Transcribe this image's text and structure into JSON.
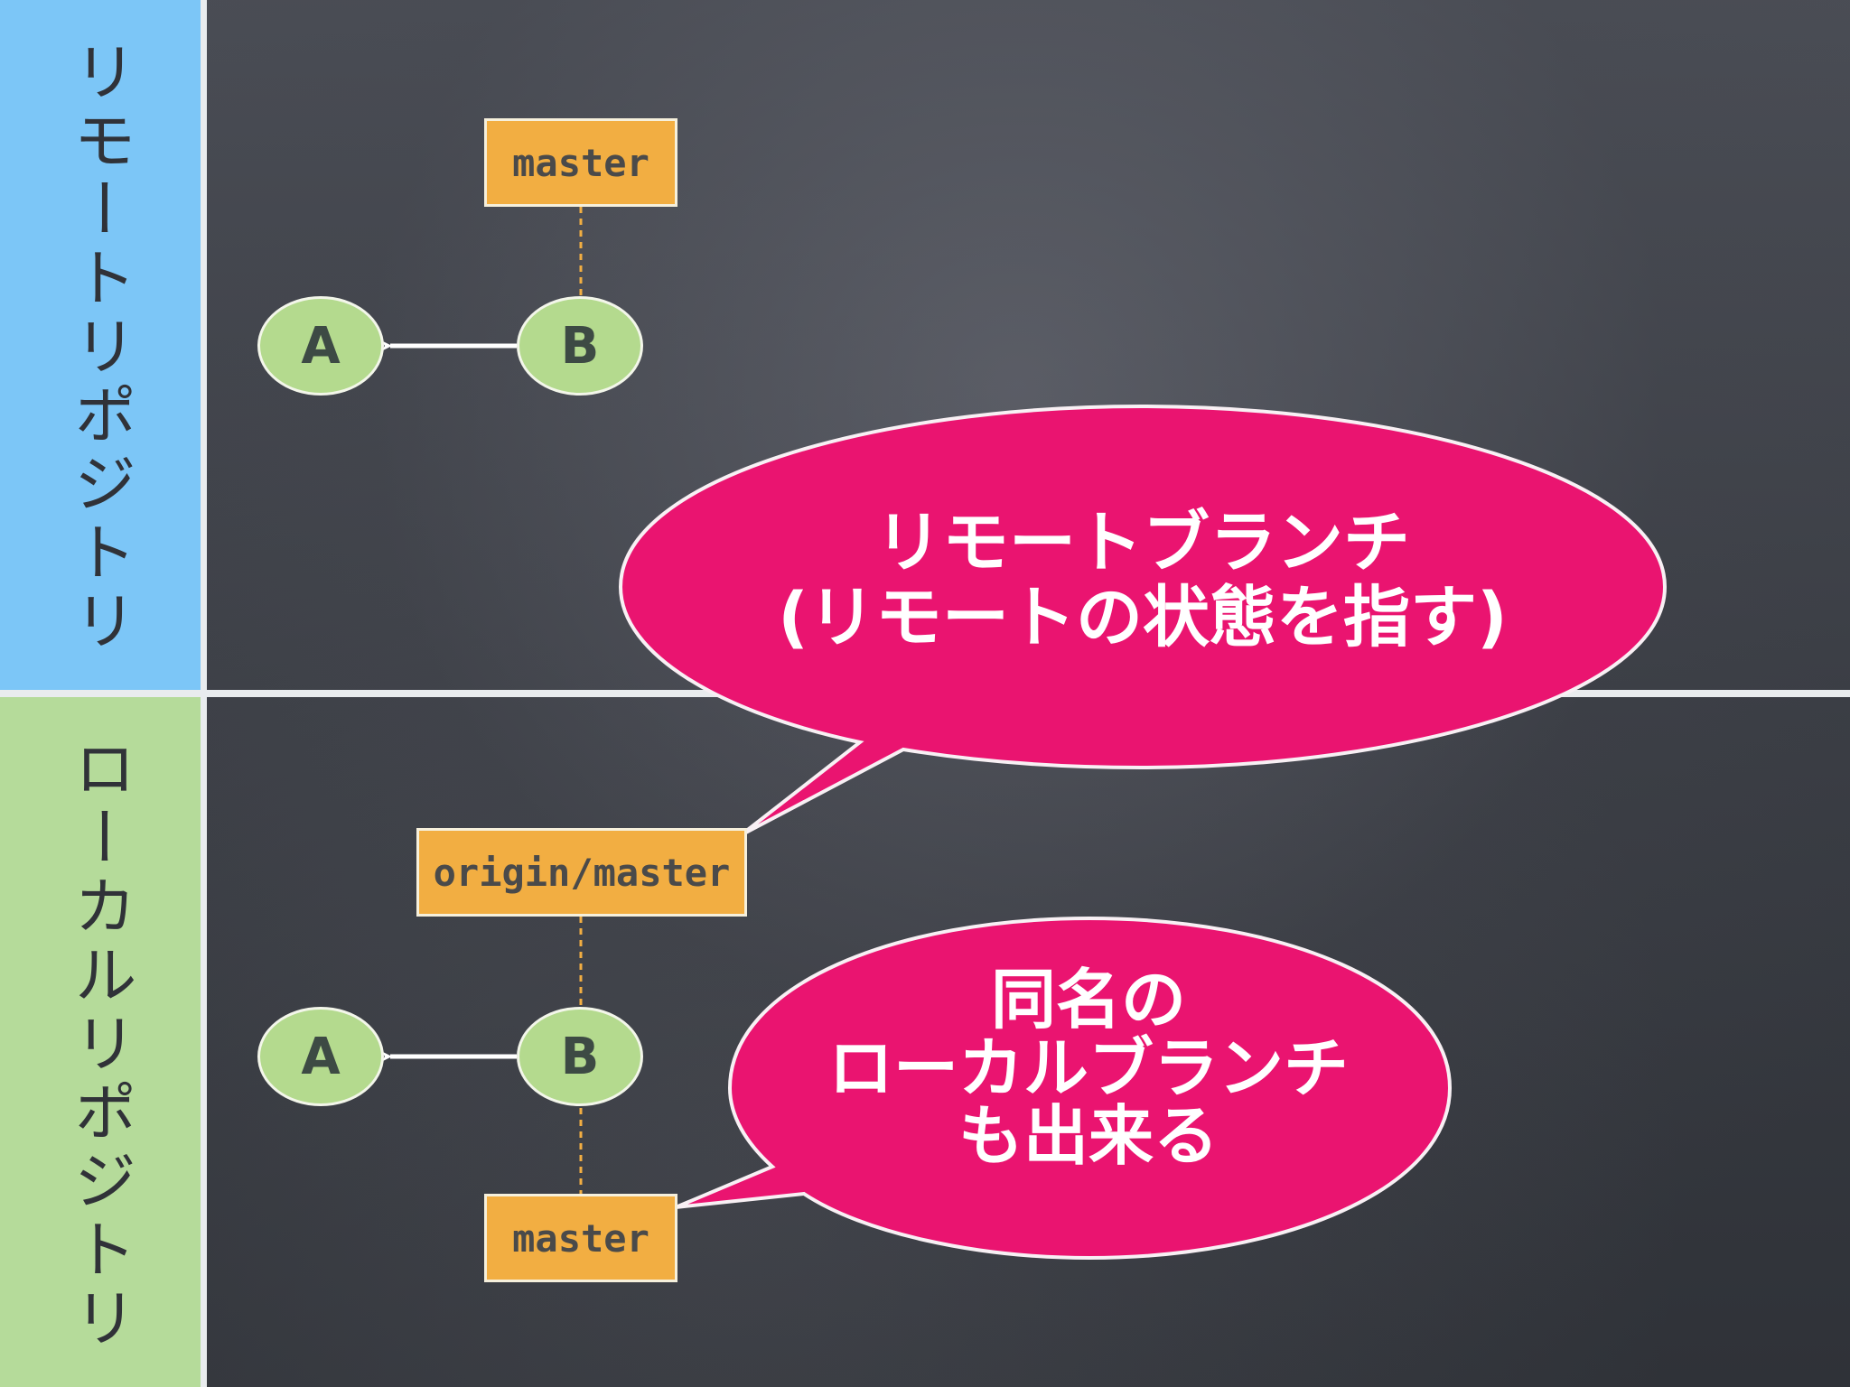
{
  "sections": {
    "remote": {
      "label": "リモートリポジトリ",
      "color": "#7cc6f7"
    },
    "local": {
      "label": "ローカルリポジトリ",
      "color": "#b5db9a"
    }
  },
  "remote_repo": {
    "branch_label": "master",
    "commits": [
      "A",
      "B"
    ]
  },
  "local_repo": {
    "remote_branch_label": "origin/master",
    "local_branch_label": "master",
    "commits": [
      "A",
      "B"
    ]
  },
  "callouts": {
    "remote_branch": {
      "lines": [
        "リモートブランチ",
        "(リモートの状態を指す)"
      ]
    },
    "local_branch": {
      "lines": [
        "同名の",
        "ローカルブランチ",
        "も出来る"
      ]
    }
  },
  "colors": {
    "branch_box": "#f2ae42",
    "commit_node": "#b4da8e",
    "callout": "#ea1470",
    "board": "#3a3d44"
  }
}
